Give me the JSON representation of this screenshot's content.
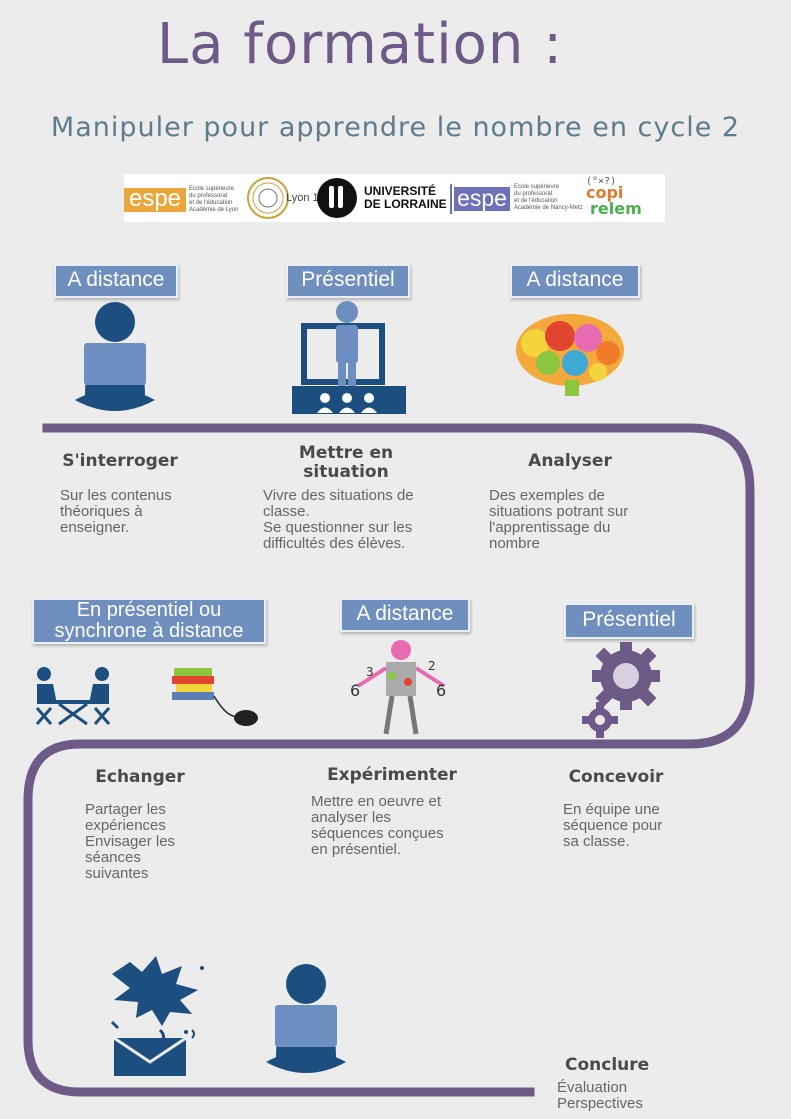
{
  "title": "La formation :",
  "subtitle": "Manipuler pour apprendre le nombre en cycle 2",
  "logos": {
    "espe_lyon": "espe",
    "espe_lyon_text": [
      "Ecole supérieure",
      "du professorat",
      "et de l'éducation",
      "Académie de Lyon"
    ],
    "lyon1": "Lyon 1",
    "lorraine": [
      "UNIVERSITÉ",
      "DE LORRAINE"
    ],
    "espe_nancy": "espe",
    "espe_nancy_text": [
      "Ecole supérieure",
      "du professorat",
      "et de l'éducation",
      "Académie de Nancy-Metz"
    ],
    "copirelem": [
      "copi",
      "relem"
    ]
  },
  "steps": [
    {
      "tag": "A distance",
      "title": "S'interroger",
      "desc": [
        "Sur les contenus",
        "théoriques à",
        "enseigner."
      ]
    },
    {
      "tag": "Présentiel",
      "title": "Mettre en situation",
      "desc": [
        "Vivre des situations de",
        "classe.",
        "Se questionner sur les",
        "difficultés des élèves."
      ]
    },
    {
      "tag": "A distance",
      "title": "Analyser",
      "desc": [
        "Des exemples de",
        "situations potrant sur",
        "l'apprentissage du",
        "nombre"
      ]
    },
    {
      "tag": "Présentiel",
      "title": "Concevoir",
      "desc": [
        "En équipe une",
        "séquence pour",
        "sa classe."
      ]
    },
    {
      "tag": "A distance",
      "title": "Expérimenter",
      "desc": [
        "Mettre en oeuvre et",
        "analyser les",
        "séquences conçues",
        "en présentiel."
      ]
    },
    {
      "tag": "En présentiel ou synchrone à distance",
      "tag_lines": [
        "En présentiel ou",
        "synchrone à distance"
      ],
      "title": "Echanger",
      "desc": [
        "Partager les",
        "expériences",
        "Envisager les",
        "séances",
        "suivantes"
      ]
    },
    {
      "title": "Conclure",
      "desc": [
        "Évaluation",
        "Perspectives"
      ]
    }
  ],
  "colors": {
    "path": "#6e5a86",
    "tag": "#6f8fbf",
    "icon": "#6d8ec0",
    "person": "#1c4e80"
  }
}
